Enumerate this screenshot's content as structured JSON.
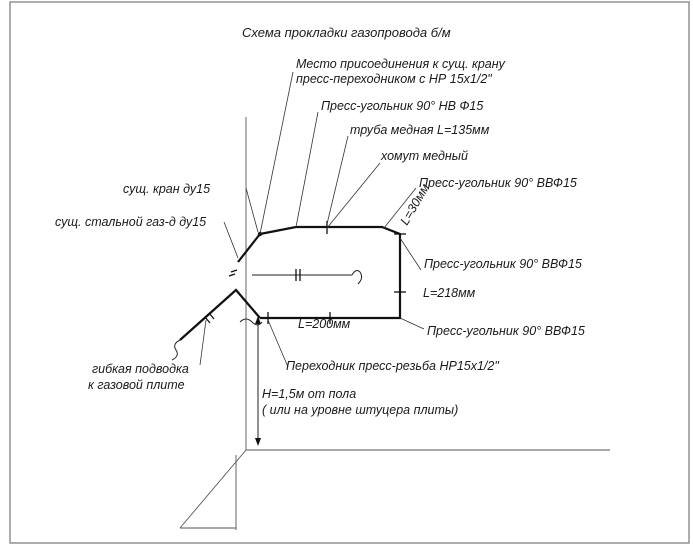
{
  "title": "Схема прокладки газопровода  б/м",
  "labels": {
    "connection_line1": "Место присоединения к сущ. крану",
    "connection_line2": "пресс-переходником с НР 15х1/2\"",
    "elbow_nv": "Пресс-угольник 90° НВ Ф15",
    "copper_pipe": "труба медная L=135мм",
    "copper_clamp": "хомут медный",
    "elbow_vvf_1": "Пресс-угольник 90° ВВФ15",
    "elbow_vvf_2": "Пресс-угольник 90° ВВФ15",
    "elbow_vvf_3": "Пресс-угольник 90° ВВФ15",
    "len_30": "L=30мм",
    "len_218": "L=218мм",
    "len_200": "L=200мм",
    "existing_valve": "сущ. кран ду15",
    "existing_steel_pipe": "сущ. стальной газ-д ду15",
    "flex_hose_line1": "гибкая подводка",
    "flex_hose_line2": "к газовой плите",
    "adapter": "Переходник пресс-резьба НР15х1/2\"",
    "height_line1": "Н=1,5м от пола",
    "height_line2": "( или на уровне штуцера плиты)"
  }
}
